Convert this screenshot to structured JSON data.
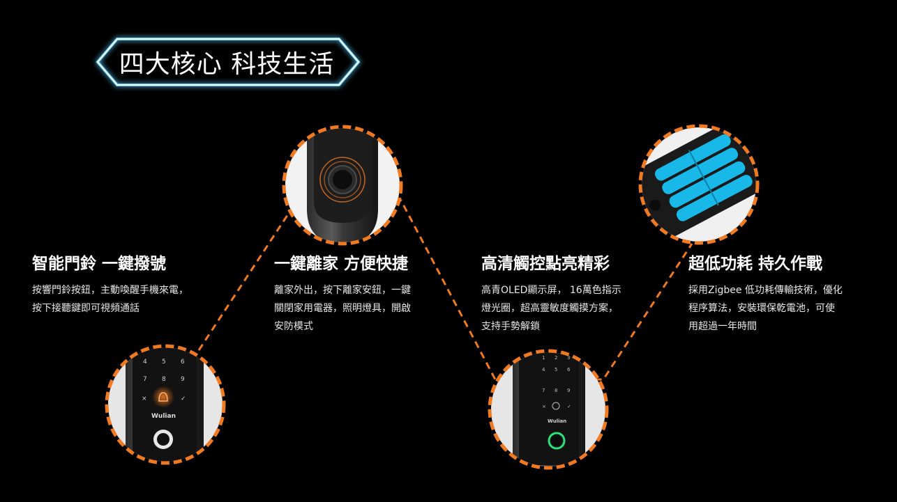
{
  "header": {
    "title": "四大核心 科技生活"
  },
  "features": [
    {
      "title": "智能門鈴 一鍵撥號",
      "desc": "按響門鈴按鈕，主動喚醒手機來電，\n按下接聽鍵即可視頻通話"
    },
    {
      "title": "一鍵離家 方便快捷",
      "desc": "離家外出，按下離家安鈕，一鍵\n關閉家用電器，照明燈具，開啟\n安防模式"
    },
    {
      "title": "高清觸控點亮精彩",
      "desc": "高青OLED顯示屏， 16萬色指示\n燈光圈，超高靈敏度觸摸方案，\n支持手勢解鎖"
    },
    {
      "title": "超低功耗 持久作戰",
      "desc": "採用Zigbee 低功耗傳輸技術，優化\n程序算法，安裝環保乾電池，可使\n用超過一年時間"
    }
  ],
  "keypad": {
    "left_keys": [
      "4",
      "5",
      "6",
      "7",
      "8",
      "9",
      "×",
      "✓"
    ],
    "right_keys": [
      "1",
      "2",
      "3",
      "4",
      "5",
      "6",
      "7",
      "8",
      "9",
      "×",
      "✓"
    ],
    "brand": "Wulian"
  },
  "colors": {
    "accent_orange": "#f07a22",
    "frame_glow": "#5fd0ff",
    "battery_cyan": "#18b8e8",
    "fingerprint_green": "#2ee07a"
  }
}
